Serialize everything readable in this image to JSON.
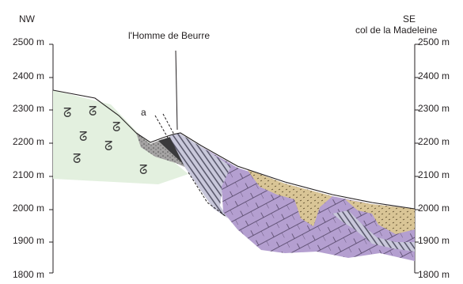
{
  "labels": {
    "left_direction": "NW",
    "right_direction": "SE",
    "right_place": "col de la Madeleine",
    "summit": "l'Homme de Beurre",
    "marker_a": "a"
  },
  "elevation_ticks": [
    "2500 m",
    "2400 m",
    "2300 m",
    "2200 m",
    "2100 m",
    "2000 m",
    "1900 m",
    "1800 m"
  ],
  "colors": {
    "green_unit": "#e3f0df",
    "grey_unit": "#a5a3a3",
    "dark_unit": "#3a3a3c",
    "striped_unit": "#c9c8db",
    "purple_unit": "#b49fd0",
    "tan_unit": "#d9c596",
    "line": "#231f20"
  },
  "green_symbol": "ᘔ"
}
